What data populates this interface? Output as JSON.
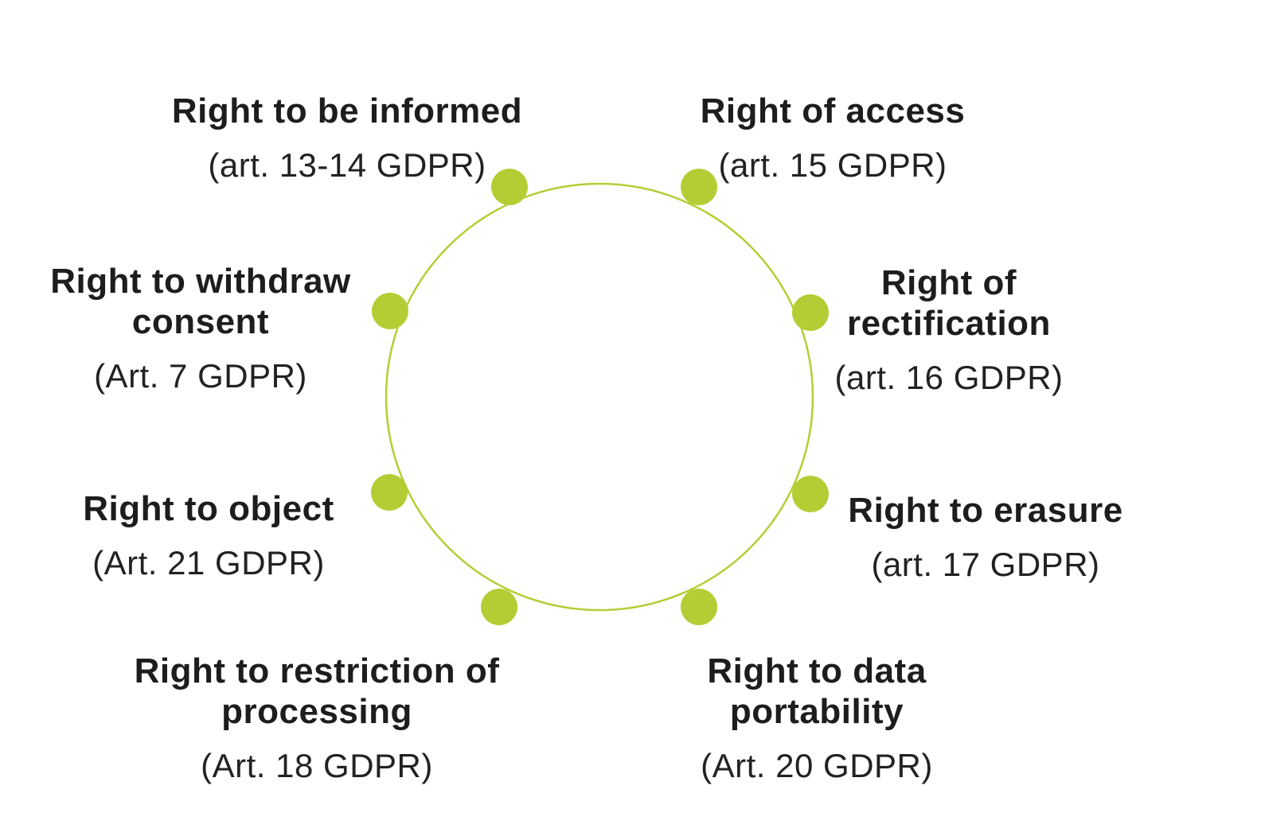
{
  "diagram": {
    "name": "GDPR data subject rights circle",
    "accent_color": "#b5cd35",
    "text_color": "#1d1d1d",
    "rights": [
      {
        "id": "informed",
        "title": "Right to be informed",
        "subtitle": "(art. 13-14 GDPR)"
      },
      {
        "id": "access",
        "title": "Right of access",
        "subtitle": "(art. 15 GDPR)"
      },
      {
        "id": "rectification",
        "title": "Right of\nrectification",
        "subtitle": "(art. 16 GDPR)"
      },
      {
        "id": "erasure",
        "title": "Right to erasure",
        "subtitle": "(art. 17 GDPR)"
      },
      {
        "id": "portability",
        "title": "Right to data\nportability",
        "subtitle": "(Art. 20 GDPR)"
      },
      {
        "id": "restriction",
        "title": "Right to restriction of\nprocessing",
        "subtitle": "(Art. 18 GDPR)"
      },
      {
        "id": "object",
        "title": "Right to object",
        "subtitle": "(Art. 21 GDPR)"
      },
      {
        "id": "withdraw",
        "title": "Right to withdraw\nconsent",
        "subtitle": "(Art. 7 GDPR)"
      }
    ]
  }
}
